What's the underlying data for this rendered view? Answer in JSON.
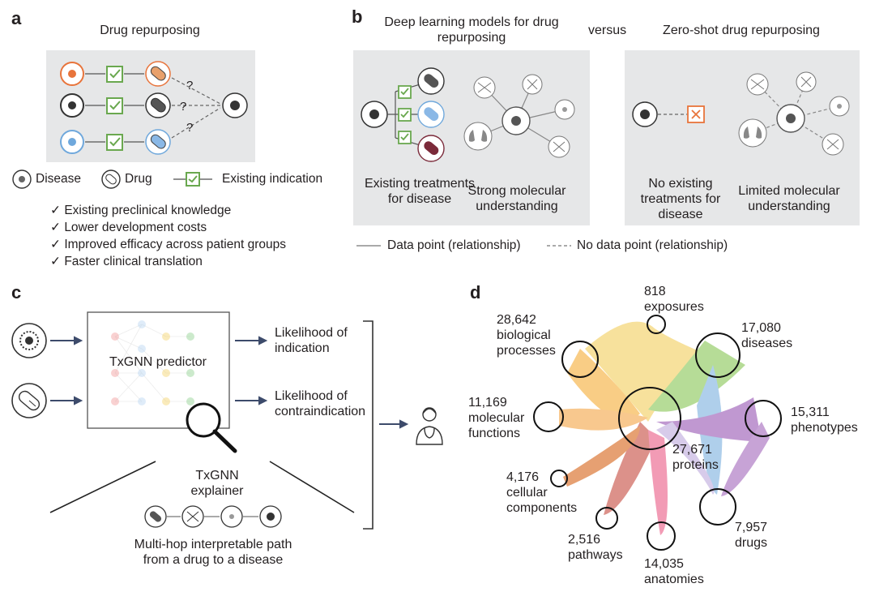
{
  "panel_a": {
    "letter": "a",
    "title": "Drug repurposing",
    "legend": {
      "disease": "Disease",
      "drug": "Drug",
      "indication": "Existing indication"
    },
    "question_mark": "?",
    "benefits": [
      "Existing preclinical knowledge",
      "Lower development costs",
      "Improved efficacy across patient groups",
      "Faster clinical translation"
    ],
    "check_glyph": "✓"
  },
  "panel_b": {
    "letter": "b",
    "title_left": "Deep learning models for drug repurposing",
    "versus": "versus",
    "title_right": "Zero-shot drug repurposing",
    "caption_existing": "Existing treatments for disease",
    "caption_strong": "Strong molecular understanding",
    "caption_no_existing": "No existing treatments for disease",
    "caption_limited": "Limited molecular understanding",
    "legend_solid": "Data point (relationship)",
    "legend_dashed": "No data point (relationship)"
  },
  "panel_c": {
    "letter": "c",
    "predictor_label": "TxGNN predictor",
    "output_indication": "Likelihood of indication",
    "output_contraindication": "Likelihood of contraindication",
    "explainer_label": "TxGNN explainer",
    "path_caption": "Multi-hop interpretable path from a drug to a disease"
  },
  "panel_d": {
    "letter": "d",
    "nodes": [
      {
        "count": "818",
        "type": "exposures",
        "color": "#f2c94c"
      },
      {
        "count": "17,080",
        "type": "diseases",
        "color": "#7bc043"
      },
      {
        "count": "28,642",
        "type": "biological processes",
        "color": "#f5a623"
      },
      {
        "count": "11,169",
        "type": "molecular functions",
        "color": "#f39c33"
      },
      {
        "count": "15,311",
        "type": "phenotypes",
        "color": "#8e44ad"
      },
      {
        "count": "27,671",
        "type": "proteins",
        "color": "#e67e22"
      },
      {
        "count": "4,176",
        "type": "cellular components",
        "color": "#d35400"
      },
      {
        "count": "7,957",
        "type": "drugs",
        "color": "#9b59b6"
      },
      {
        "count": "2,516",
        "type": "pathways",
        "color": "#c0392b"
      },
      {
        "count": "14,035",
        "type": "anatomies",
        "color": "#e84a7a"
      }
    ]
  },
  "colors": {
    "gray_box": "#e6e7e8",
    "check_green": "#6aa84f",
    "x_orange": "#e8743b",
    "arrow_navy": "#3d4b6b"
  }
}
